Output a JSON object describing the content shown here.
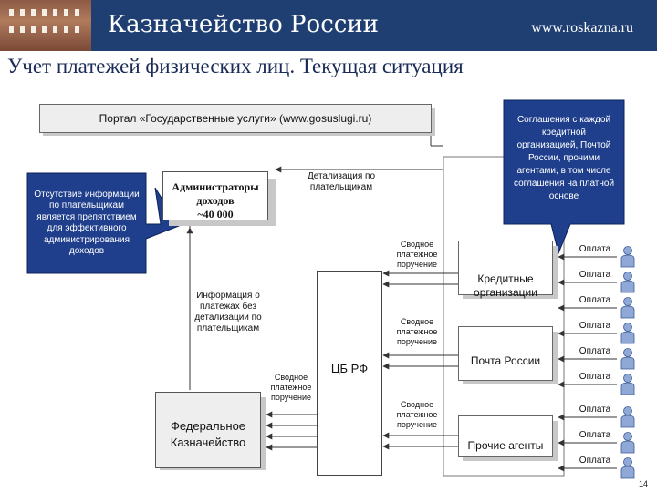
{
  "header": {
    "title": "Казначейство России",
    "url": "www.roskazna.ru"
  },
  "slide": {
    "title": "Учет платежей физических лиц. Текущая ситуация",
    "page_number": "14"
  },
  "nodes": {
    "portal": "Портал «Государственные услуги» (www.gosuslugi.ru)",
    "administrators": [
      "Администраторы",
      "доходов",
      "~40 000"
    ],
    "cbr": "ЦБ РФ",
    "treasury": [
      "Федеральное",
      "Казначейство"
    ],
    "credit_orgs": [
      "Кредитные",
      "организации"
    ],
    "post": "Почта России",
    "other_agents": "Прочие агенты"
  },
  "callouts": {
    "left": [
      "Отсутствие информации",
      "по плательщикам",
      "является препятствием",
      "для эффективного",
      "администрирования",
      "доходов"
    ],
    "right": [
      "Соглашения с каждой",
      "кредитной",
      "организацией, Почтой",
      "России, прочими",
      "агентами, в том числе",
      "соглашения на платной",
      "основе"
    ]
  },
  "labels": {
    "detail": [
      "Детализация по",
      "плательщикам"
    ],
    "info_no_detail": [
      "Информация о",
      "платежах без",
      "детализации по",
      "плательщикам"
    ],
    "summary_order": [
      "Сводное",
      "платежное",
      "поручение"
    ]
  },
  "payments": {
    "label": "Оплата",
    "count": 9
  },
  "colors": {
    "header_bg": "#1f3f73",
    "callout_bg": "#1f3f8c",
    "person": "#8fa8d6"
  },
  "icons": [
    "building-photo",
    "person-icon",
    "arrow-icon"
  ]
}
